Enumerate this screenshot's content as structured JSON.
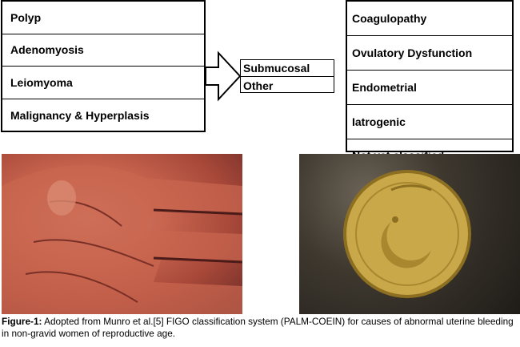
{
  "palm": {
    "items": [
      "Polyp",
      "Adenomyosis",
      "Leiomyoma",
      "Malignancy & Hyperplasis"
    ]
  },
  "leiomyoma_subtypes": [
    "Submucosal",
    "Other"
  ],
  "coein": {
    "items": [
      "Coagulopathy",
      "Ovulatory Dysfunction",
      "Endometrial",
      "Iatrogenic",
      "Not yet classified"
    ]
  },
  "caption": {
    "label": "Figure-1:",
    "text": "Adopted from Munro et al.[5] FIGO classification system (PALM-COEIN) for causes of abnormal uterine bleeding in non-gravid women of reproductive age."
  }
}
